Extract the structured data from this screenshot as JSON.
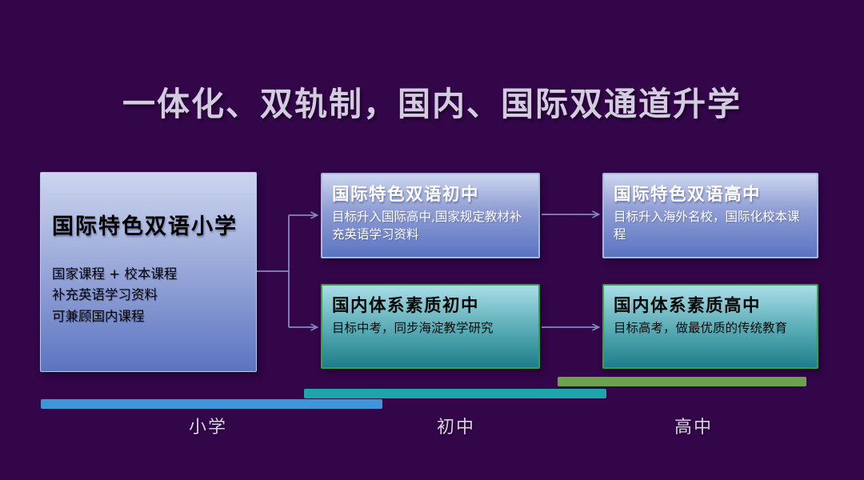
{
  "slide": {
    "title": "一体化、双轨制，国内、国际双通道升学"
  },
  "flow": {
    "primary": {
      "title": "国际特色双语小学",
      "lines": [
        "国家课程 + 校本课程",
        "补充英语学习资料",
        "可兼顾国内课程"
      ]
    },
    "international_middle": {
      "title": "国际特色双语初中",
      "desc": "目标升入国际高中,国家规定教材补充英语学习资料"
    },
    "international_high": {
      "title": "国际特色双语高中",
      "desc": "目标升入海外名校，国际化校本课程"
    },
    "domestic_middle": {
      "title": "国内体系素质初中",
      "desc": "目标中考，同步海淀教学研究"
    },
    "domestic_high": {
      "title": "国内体系素质高中",
      "desc": "目标高考，做最优质的传统教育"
    }
  },
  "timeline": {
    "stages": [
      {
        "label": "小学",
        "bar_color": "#3e95d8"
      },
      {
        "label": "初中",
        "bar_color": "#1da5ab"
      },
      {
        "label": "高中",
        "bar_color": "#6ca24f"
      }
    ]
  },
  "colors": {
    "background": "#330549",
    "title_text": "#d3cce0",
    "blue_box_top": "#ccd5ee",
    "blue_box_bottom": "#5b74c1",
    "teal_box_top": "#a9dde6",
    "teal_box_bottom": "#1e7e8a",
    "teal_box_border": "#35a24a",
    "connector": "#8289c4"
  }
}
